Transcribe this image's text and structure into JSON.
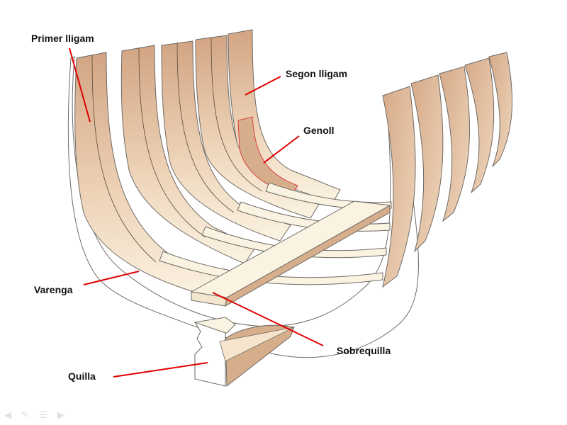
{
  "diagram": {
    "subject": "Ship hull frame structure",
    "labels": {
      "primer_lligam": "Primer lligam",
      "segon_lligam": "Segon lligam",
      "genoll": "Genoll",
      "varenga": "Varenga",
      "sobrequilla": "Sobrequilla",
      "quilla": "Quilla"
    },
    "colors": {
      "leader_line": "#e00000",
      "frame_dark": "#d7ae8c",
      "frame_light": "#fbf3e2",
      "outline": "#6e6a66",
      "highlight": "#d94040"
    }
  },
  "nav_controls": {
    "prev": "◀",
    "pen": "✎",
    "menu": "☰",
    "next": "▶"
  }
}
